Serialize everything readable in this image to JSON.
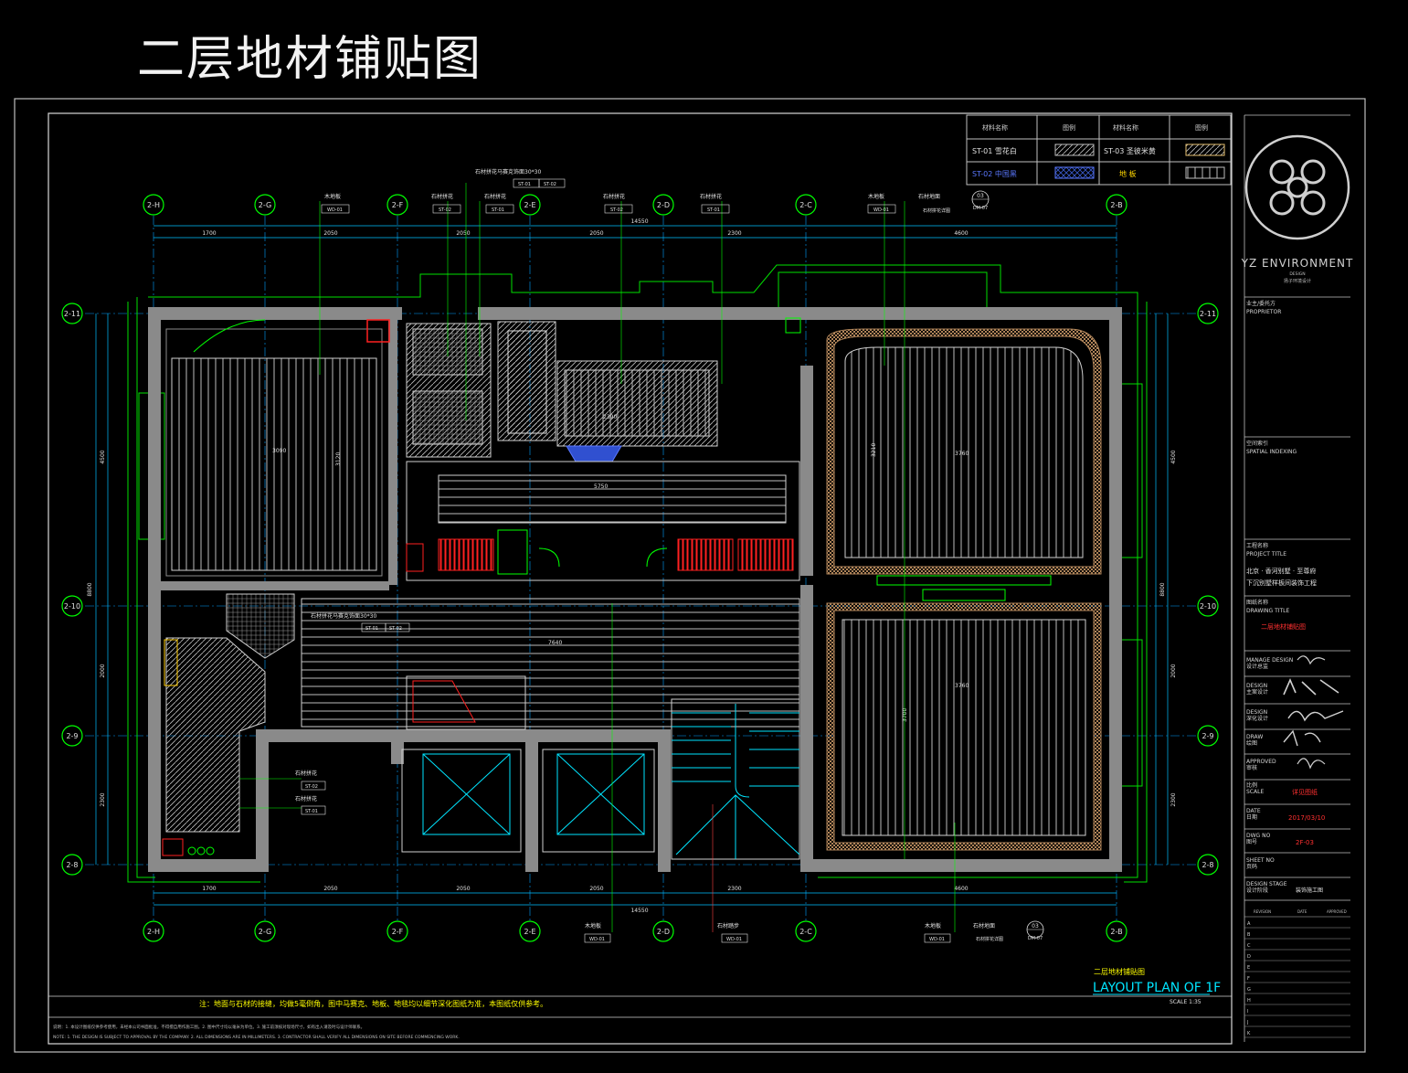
{
  "page_title": "二层地材铺贴图",
  "legend": {
    "header_material": "材料名称",
    "header_pattern": "图例",
    "header_material2": "材料名称",
    "header_pattern2": "图例",
    "st01": "ST-01 雪花白",
    "st02": "ST-02 中国黑",
    "st03": "ST-03 圣彼米黄",
    "floor": "地 板"
  },
  "axes": {
    "top": [
      "2-H",
      "2-G",
      "2-F",
      "2-E",
      "2-D",
      "2-C",
      "2-B"
    ],
    "left": [
      "2-11",
      "2-10",
      "2-9",
      "2-8"
    ],
    "right": [
      "2-11",
      "2-10",
      "2-9",
      "2-8"
    ]
  },
  "dims": {
    "top_segments": [
      "1700",
      "2050",
      "2050",
      "2050",
      "2300",
      "4600"
    ],
    "top_total": "14550",
    "bottom_segments": [
      "1700",
      "2050",
      "2050",
      "2050",
      "2300",
      "4600"
    ],
    "bottom_total": "14550",
    "left_total": "8800",
    "left_segments": [
      "4500",
      "2000",
      "2300"
    ],
    "right_total": "8800",
    "right_segments": [
      "4500",
      "2000",
      "2300"
    ]
  },
  "room_dims": {
    "r1": "3090",
    "r2": "3120",
    "r3": "3760",
    "r4": "3210",
    "r5": "3760",
    "r6": "3700",
    "corridor": "7640",
    "stair": "5750",
    "kitchen": "2390"
  },
  "callouts": {
    "top_stone_note": "石材拼花马赛克饰面30*30",
    "st01": "ST-01",
    "st02": "ST-02",
    "wd01": "WD-01",
    "wood": "木地板",
    "stone_a": "石材拼花",
    "stone_b": "石材拼花",
    "bathroom_marble": "石材地面",
    "detail_ref": "03",
    "detail_sheet": "DM-07",
    "detail_note": "石材拼花详图",
    "mid_stone_note": "石材拼花马赛克饰面30*30",
    "lower_stone_a": "石材拼花",
    "lower_stone_b": "石材拼花",
    "stair_label": "石材踏步"
  },
  "plan_title_cn": "二层地材铺贴图",
  "plan_title_en": "LAYOUT PLAN OF 1F",
  "scale": "SCALE 1:35",
  "note_main": "注：地面与石材的接缝，均做5毫倒角，图中马赛克、地板、地毯均以细节深化图纸为准，本图纸仅供参考。",
  "note_fine": "说明：1. 本设计图纸仅供参考使用，未经本公司书面批准，不得擅自用作施工图。2. 图中尺寸均以毫米为单位。3. 施工前须核对现场尺寸，如有出入请及时与设计师联系。",
  "note_fine_en": "NOTE: 1. THE DESIGN IS SUBJECT TO APPROVAL BY THE COMPANY. 2. ALL DIMENSIONS ARE IN MILLIMETERS. 3. CONTRACTOR SHALL VERIFY ALL DIMENSIONS ON SITE BEFORE COMMENCING WORK.",
  "title_block": {
    "company": "YZ ENVIRONMENT",
    "company_sub": "DESIGN",
    "company_cn": "扬子环境设计",
    "proprietor_label": "业主/委托方",
    "proprietor_en": "PROPRIETOR",
    "spatial_label": "空间索引",
    "spatial_en": "SPATIAL INDEXING",
    "project_label": "工程名称",
    "project_en": "PROJECT TITLE",
    "project_line1": "北京 · 香河别墅 · 至尊府",
    "project_line2": "下沉别墅样板间装饰工程",
    "drawing_label": "图纸名称",
    "drawing_en": "DRAWING TITLE",
    "drawing_title": "二层地材铺贴图",
    "manage_label": "MANAGE DESIGN",
    "manage_cn": "设计总监",
    "design_label": "DESIGN",
    "design_cn": "主案设计",
    "design2_label": "DESIGN",
    "design2_cn": "深化设计",
    "draw_label": "DRAW",
    "draw_cn": "绘图",
    "approved_label": "APPROVED",
    "approved_cn": "审核",
    "scale_label": "比例",
    "scale_en": "SCALE",
    "scale_val": "详见图纸",
    "date_label": "DATE",
    "date_cn": "日期",
    "date_val": "2017/03/10",
    "dwg_label": "DWG NO",
    "dwg_cn": "图号",
    "dwg_val": "2F-03",
    "sheet_label": "SHEET NO",
    "sheet_cn": "页码",
    "stage_label": "DESIGN STAGE",
    "stage_cn": "设计阶段",
    "stage_val": "装饰施工图",
    "rev_col1": "REVISION",
    "rev_col2": "DATE",
    "rev_col3": "APPROVED",
    "rev_letters": [
      "A",
      "B",
      "C",
      "D",
      "E",
      "F",
      "G",
      "H",
      "I",
      "J",
      "K"
    ]
  },
  "colors": {
    "bg": "#000000",
    "wall": "#808080",
    "dim_line": "#00bfff",
    "axis": "#00ff00",
    "floor_hatch": "#c8c8c8",
    "stair_red": "#ff0000",
    "text_white": "#f2f2f2",
    "note_yellow": "#ffff00",
    "frame": "#c0c0c0"
  }
}
